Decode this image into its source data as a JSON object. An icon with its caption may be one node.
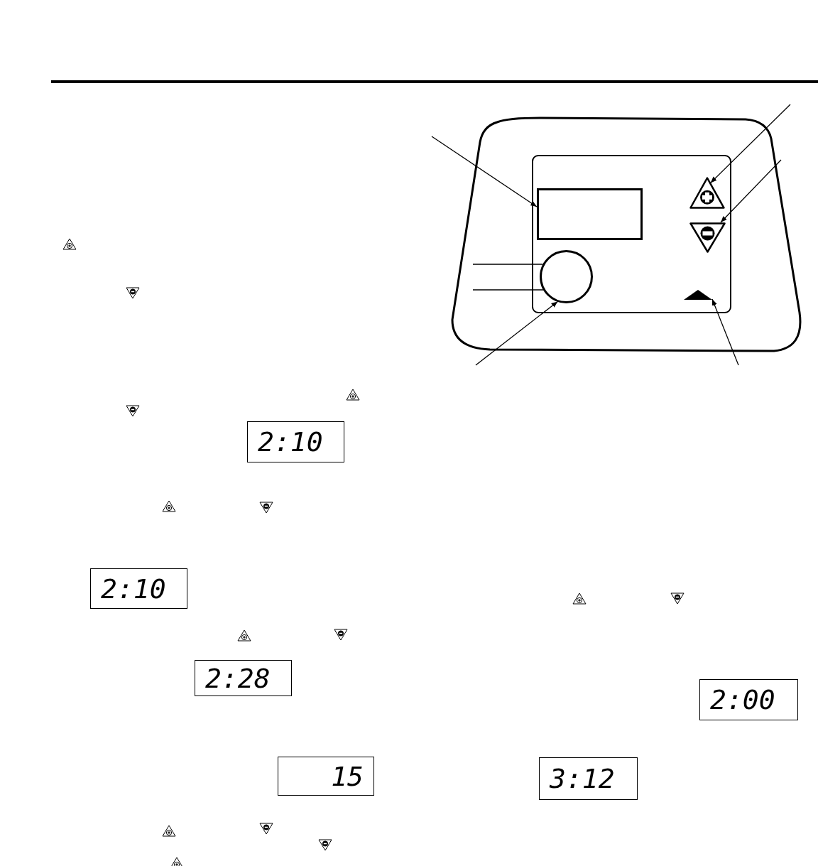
{
  "diagram": {
    "nodes": [
      {
        "text": [],
        "shape": "box"
      },
      {
        "text": [],
        "shape": "triangle"
      },
      {
        "text": [],
        "shape": "triangle"
      },
      {
        "text": [],
        "shape": "circle"
      },
      {
        "text": [],
        "shape": "triangle"
      },
      {
        "text": [
          "2:10"
        ]
      },
      {
        "text": [
          "2:10"
        ]
      },
      {
        "text": [
          "2:28"
        ]
      },
      {
        "text": [
          "15"
        ]
      },
      {
        "text": [
          "2:00"
        ]
      },
      {
        "text": [
          "3:12"
        ]
      }
    ],
    "edges": [
      {
        "from": null,
        "to": 0,
        "arrow": "to"
      },
      {
        "from": null,
        "to": 1,
        "arrow": "to"
      },
      {
        "from": null,
        "to": 2,
        "arrow": "to"
      },
      {
        "from": null,
        "to": 3,
        "arrow": "none"
      },
      {
        "from": null,
        "to": 3,
        "arrow": "none"
      },
      {
        "from": null,
        "to": 3,
        "arrow": "to"
      },
      {
        "from": null,
        "to": 4,
        "arrow": "to"
      }
    ]
  }
}
